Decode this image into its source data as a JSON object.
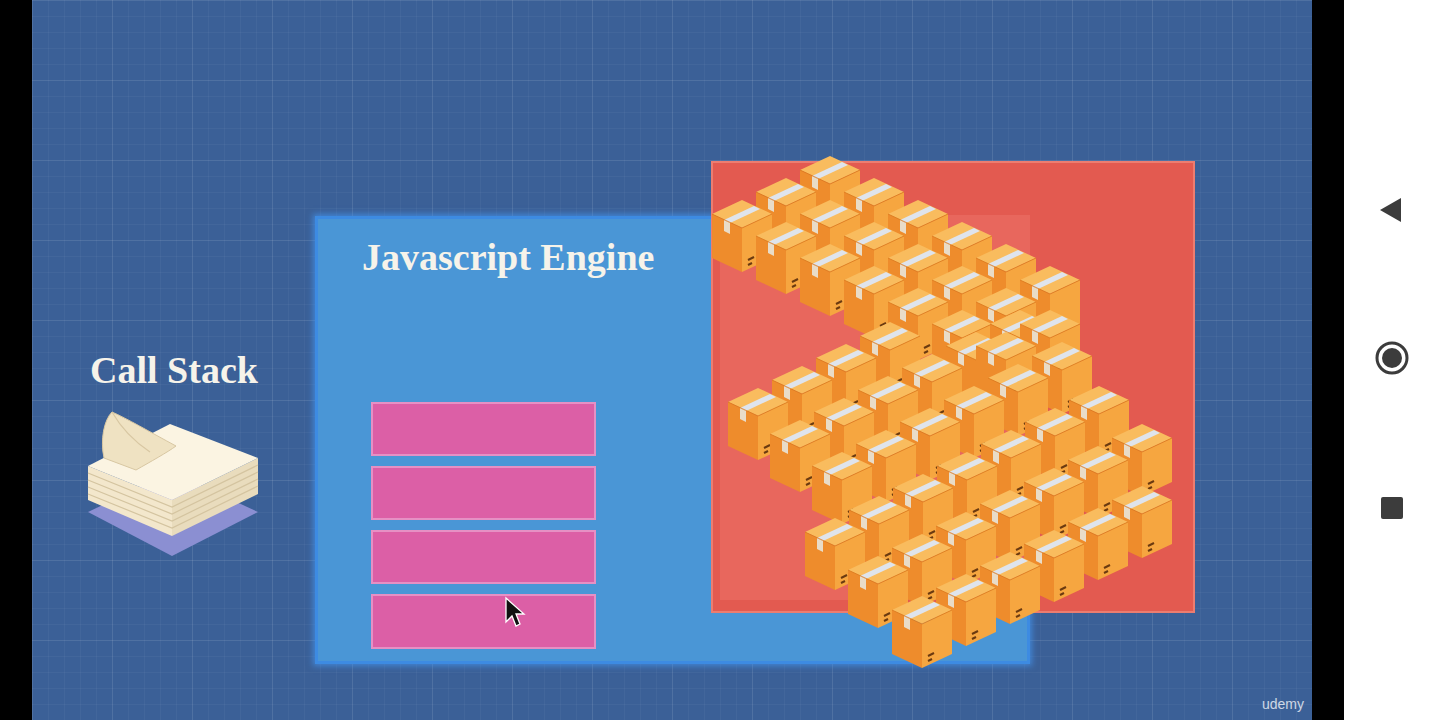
{
  "diagram": {
    "nodes": [
      {
        "text": [
          "Javascript Engine"
        ]
      }
    ],
    "labels": [
      "Call Stack",
      "udemy"
    ]
  }
}
